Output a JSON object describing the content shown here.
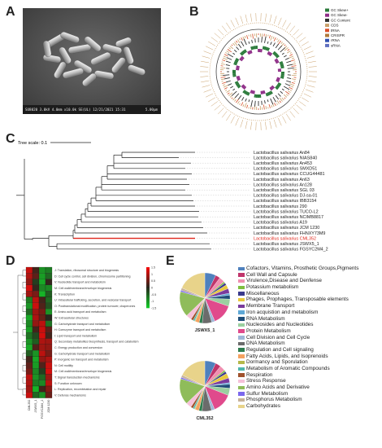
{
  "panels": {
    "a": {
      "letter": "A"
    },
    "b": {
      "letter": "B"
    },
    "c": {
      "letter": "C"
    },
    "d": {
      "letter": "D"
    },
    "e": {
      "letter": "E"
    }
  },
  "sem": {
    "info_left": "SU8020 3.0kV 4.0mm x10.0k SE(UL) 12/21/2021 15:31",
    "scale_label": "5.00µm"
  },
  "genome_map": {
    "legend": [
      {
        "label": "GC Skew+",
        "color": "#2a7a3a"
      },
      {
        "label": "GC Skew-",
        "color": "#8e2d87"
      },
      {
        "label": "GC Content",
        "color": "#303030"
      },
      {
        "label": "CDS",
        "color": "#c9a06a"
      },
      {
        "label": "tRNA",
        "color": "#d94f2a"
      },
      {
        "label": "CRISPR",
        "color": "#b07a3a"
      },
      {
        "label": "rRNA",
        "color": "#3050b0"
      },
      {
        "label": "sRNA",
        "color": "#6070c0"
      }
    ]
  },
  "tree": {
    "scale_label": "Tree scale: 0.1",
    "leaves": [
      {
        "label": "Lactobacillus salivarius An84",
        "highlight": false
      },
      {
        "label": "Lactobacillus salivarius NIAS840",
        "highlight": false
      },
      {
        "label": "Lactobacillus salivarius An453",
        "highlight": false
      },
      {
        "label": "Lactobacillus salivarius SMXD51",
        "highlight": false
      },
      {
        "label": "Lactobacillus salivarius CCUG44481",
        "highlight": false
      },
      {
        "label": "Lactobacillus salivarius An63",
        "highlight": false
      },
      {
        "label": "Lactobacillus salivarius An128",
        "highlight": false
      },
      {
        "label": "Lactobacillus salivarius SGL 03",
        "highlight": false
      },
      {
        "label": "Lactobacillus salivarius DJ-sa-01",
        "highlight": false
      },
      {
        "label": "Lactobacillus salivarius IBB3154",
        "highlight": false
      },
      {
        "label": "Lactobacillus salivarius 290",
        "highlight": false
      },
      {
        "label": "Lactobacillus salivarius TUCO-L2",
        "highlight": false
      },
      {
        "label": "Lactobacillus salivarius NCIMB8817",
        "highlight": false
      },
      {
        "label": "Lactobacillus salivarius A19",
        "highlight": false
      },
      {
        "label": "Lactobacillus salivarius JCM 1230",
        "highlight": false
      },
      {
        "label": "Lactobacillus salivarius FHNXY73M9",
        "highlight": false
      },
      {
        "label": "Lactobacillus salivarius CML352",
        "highlight": true
      },
      {
        "label": "Lactobacillus salivarius JSWX5_1",
        "highlight": false
      },
      {
        "label": "Lactobacillus salivarius FGSYC2M4_2",
        "highlight": false
      }
    ]
  },
  "heatmap": {
    "scale_ticks": [
      "1.5",
      "1",
      "0.5",
      "0",
      "-0.5",
      "-1",
      "-1.5"
    ],
    "rows": [
      "J: Translation, ribosomal structure and biogenesis",
      "D: Cell cycle control, cell division, chromosome partitioning",
      "V: Nucleotide transport and metabolism",
      "M: Cell wall/membrane/envelope biogenesis",
      "K: Transcription",
      "U: Intracellular trafficking, secretion, and vesicular transport",
      "O: Posttranslational modification, protein turnover, chaperones",
      "E: Amino acid transport and metabolism",
      "W: Extracellular structures",
      "G: Carbohydrate transport and metabolism",
      "H: Coenzyme transport and metabolism",
      "I: Lipid transport and metabolism",
      "Q: Secondary metabolites biosynthesis, transport and catabolism",
      "C: Energy production and conversion",
      "G: Carbohydrate transport and metabolism",
      "P: Inorganic ion transport and metabolism",
      "N: Cell motility",
      "M: Cell wall/membrane/envelope biogenesis",
      "T: Signal transduction mechanisms",
      "S: Function unknown",
      "L: Replication, recombination and repair",
      "V: Defense mechanisms"
    ],
    "columns": [
      "CML352",
      "JSWX5_1",
      "FGSYC2M4_2",
      "JCM 1230"
    ],
    "cells": [
      [
        1.2,
        0.2,
        -1.0,
        -0.8
      ],
      [
        1.0,
        0.4,
        -1.1,
        -0.6
      ],
      [
        0.8,
        -0.2,
        -1.2,
        0.1
      ],
      [
        1.3,
        0.1,
        -0.9,
        -0.9
      ],
      [
        0.9,
        0.6,
        -1.3,
        -0.5
      ],
      [
        -0.8,
        1.1,
        0.2,
        -0.6
      ],
      [
        -1.0,
        1.2,
        0.3,
        -0.4
      ],
      [
        -0.6,
        0.9,
        0.6,
        -1.0
      ],
      [
        -1.2,
        1.0,
        0.5,
        0.0
      ],
      [
        -0.9,
        0.8,
        1.1,
        -0.7
      ],
      [
        -1.1,
        0.2,
        1.2,
        0.4
      ],
      [
        -0.7,
        -0.3,
        1.3,
        0.2
      ],
      [
        -1.0,
        -0.5,
        1.0,
        0.9
      ],
      [
        -1.2,
        0.3,
        0.9,
        0.8
      ],
      [
        -0.5,
        -1.0,
        1.1,
        0.6
      ],
      [
        0.2,
        -1.2,
        0.8,
        1.0
      ],
      [
        0.4,
        -1.1,
        0.3,
        1.2
      ],
      [
        0.6,
        -0.9,
        -0.2,
        1.3
      ],
      [
        1.1,
        -1.0,
        -0.6,
        0.9
      ],
      [
        1.0,
        -0.8,
        -0.9,
        1.1
      ],
      [
        0.9,
        -1.3,
        0.2,
        0.7
      ],
      [
        1.2,
        -0.6,
        -1.0,
        0.5
      ]
    ]
  },
  "pie_legend": [
    {
      "label": "Cofactors, Vitamins, Prosthetic Groups,Pigments",
      "color": "#4f81bd"
    },
    {
      "label": "Cell Wall and Capsule",
      "color": "#c0356b"
    },
    {
      "label": "Virulence,Disease and Denfense",
      "color": "#f08fb0"
    },
    {
      "label": "Potassium metabolism",
      "color": "#7fbf3f"
    },
    {
      "label": "Miscellaneous",
      "color": "#3a3a8c"
    },
    {
      "label": "Phages, Prophages, Transposable elements",
      "color": "#e8c93c"
    },
    {
      "label": "Membrane Transport",
      "color": "#7a3b9c"
    },
    {
      "label": "Iron acquistion and metabolism",
      "color": "#5fa8d6"
    },
    {
      "label": "RNA Metabolism",
      "color": "#1f4e79"
    },
    {
      "label": "Nucleosides and Nucleotides",
      "color": "#9bd0a0"
    },
    {
      "label": "Protein Metabolism",
      "color": "#e04a8c"
    },
    {
      "label": "Cell Division and Cell Cycle",
      "color": "#9fb6d8"
    },
    {
      "label": "DNA Metabolism",
      "color": "#6b6b6b"
    },
    {
      "label": "Regulation and Cell signaling",
      "color": "#2e7d4f"
    },
    {
      "label": "Fatty Acids, Lipids, and Isoprenoids",
      "color": "#f4a261"
    },
    {
      "label": "Dormancy and Sporulation",
      "color": "#b5b84a"
    },
    {
      "label": "Metabolism of Aromatic Compounds",
      "color": "#4db6ac"
    },
    {
      "label": "Respiration",
      "color": "#a0522d"
    },
    {
      "label": "Stress Response",
      "color": "#f6c1d9"
    },
    {
      "label": "Amino Acids and Derivative",
      "color": "#8fbc5a"
    },
    {
      "label": "Sulfur Metabolism",
      "color": "#7b68ee"
    },
    {
      "label": "Phosphorus Metabolism",
      "color": "#c7b299"
    },
    {
      "label": "Carbohydrates",
      "color": "#e8d38a"
    }
  ],
  "pies": [
    {
      "label": "JSWX5_1",
      "values": [
        7.0,
        3.0,
        3.5,
        1.0,
        1.5,
        2.5,
        3.0,
        1.2,
        2.5,
        4.5,
        13.0,
        2.0,
        6.0,
        2.0,
        2.5,
        0.5,
        1.0,
        1.5,
        3.5,
        16.0,
        1.0,
        1.5,
        18.0
      ]
    },
    {
      "label": "CML352",
      "values": [
        7.0,
        3.5,
        3.5,
        1.0,
        1.5,
        3.0,
        3.0,
        1.0,
        2.5,
        4.5,
        12.5,
        2.0,
        6.0,
        2.0,
        2.5,
        0.5,
        1.0,
        1.5,
        3.5,
        16.5,
        1.0,
        1.5,
        17.5
      ]
    }
  ]
}
